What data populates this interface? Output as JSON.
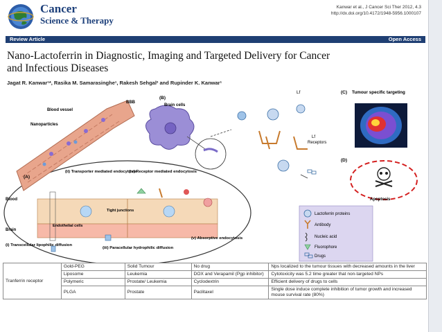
{
  "header": {
    "journal_name": "Cancer",
    "journal_sub": "Science & Therapy",
    "citation_line1": "Kanwar et al., J Cancer Sci Ther 2012, 4.3",
    "citation_line2": "http://dx.doi.org/10.4172/1948-5956.1000107"
  },
  "bar": {
    "left": "Review Article",
    "right": "Open Access"
  },
  "article": {
    "title_line1": "Nano-Lactoferrin in Diagnostic, Imaging and Targeted Delivery for Cancer",
    "title_line2": "and Infectious Diseases",
    "authors": "Jagat R. Kanwar¹*, Rasika M. Samarasinghe¹, Rakesh Sehgal² and Rupinder K. Kanwar¹"
  },
  "figure": {
    "labels": {
      "bbb": "BBB",
      "b": "(B)",
      "brain_cells": "Brain cells",
      "lf": "Lf",
      "c": "(C)",
      "tumour_targeting": "Tumour specific targeting",
      "blood_vessel": "Blood vessel",
      "nanoparticles": "Nanoparticles",
      "lf_receptors_1": "Lf",
      "lf_receptors_2": "Receptors",
      "a": "(A)",
      "transporter": "(ii) Transporter mediated endocytosis",
      "receptor_mediated": "(iv) Receptor mediated endocytosis",
      "d": "(D)",
      "blood": "Blood",
      "tight_junctions": "Tight junctions",
      "apoptosis": "Apoptosis",
      "endothelial": "Endothelial cells",
      "brain": "Brain",
      "absorptive": "(v) Absorptive endocytosis",
      "transcellular": "(i) Transcellular lipophilic diffusion",
      "paracellular": "(iii) Paracellular hydrophilic diffusion"
    },
    "legend": [
      {
        "label": "Lactoferrin proteins",
        "icon": "lactoferrin-icon"
      },
      {
        "label": "Antibody",
        "icon": "antibody-icon"
      },
      {
        "label": "Nucleic acid",
        "icon": "nucleic-acid-icon"
      },
      {
        "label": "Fluorophore",
        "icon": "fluorophore-icon"
      },
      {
        "label": "Drugs",
        "icon": "drug-icon"
      }
    ],
    "colors": {
      "vessel": "#e8a58c",
      "cell": "#9b8ed6",
      "brain_layer": "#f5d9b8",
      "pink_region": "#f7b9a8",
      "legend_bg": "#dcd6f0",
      "apoptosis_ring": "#d42020"
    }
  },
  "table": {
    "receptor": "Tranferrin receptor",
    "rows": [
      {
        "carrier": "Gold-PEG",
        "target": "Solid Tumour",
        "drug": "No drug",
        "outcome": "Nps localized to the tumour tissues with decreased amounts in the liver"
      },
      {
        "carrier": "Liposome",
        "target": "Leukemia",
        "drug": "DOX and Verapamil (Pgp inhibitor)",
        "outcome": "Cytotoxicity was 5.2 time greater that non-targeted NPs"
      },
      {
        "carrier": "Polymeric",
        "target": "Prostate/ Leukemia",
        "drug": "Cyclodextrin",
        "outcome": "Efficient delivery of drugs to cells"
      },
      {
        "carrier": "PLGA",
        "target": "Prostate",
        "drug": "Paclitaxel",
        "outcome": "Single dose induce complete inhibition of tumor growth and increased mouse survival rate (80%)"
      }
    ]
  }
}
